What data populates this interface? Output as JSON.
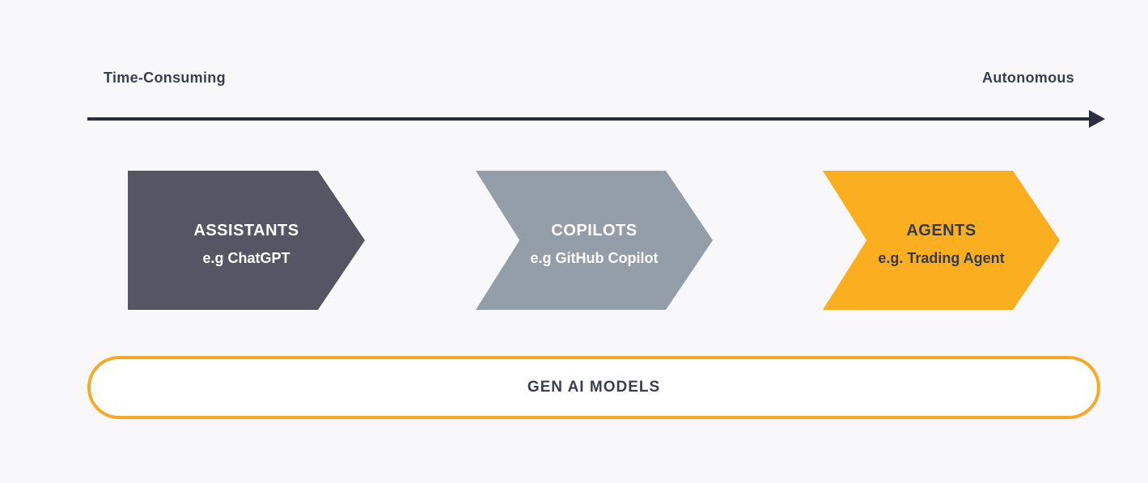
{
  "diagram": {
    "background": "#f8f8fa",
    "label_color": "#3b3e4f",
    "axis": {
      "left_label": "Time-Consuming",
      "right_label": "Autonomous",
      "arrow_color": "#2b2e3f"
    },
    "stages": [
      {
        "title": "ASSISTANTS",
        "example": "e.g ChatGPT",
        "color": "#565564",
        "text_color": "#ffffff"
      },
      {
        "title": "COPILOTS",
        "example": "e.g GitHub Copilot",
        "color": "#949ea8",
        "text_color": "#ffffff"
      },
      {
        "title": "AGENTS",
        "example": "e.g. Trading Agent",
        "color": "#fbae20",
        "text_color": "#333a4d"
      }
    ],
    "foundation": {
      "label": "GEN AI MODELS",
      "border_color": "#f9a825",
      "text_color": "#3b3e4f"
    }
  }
}
